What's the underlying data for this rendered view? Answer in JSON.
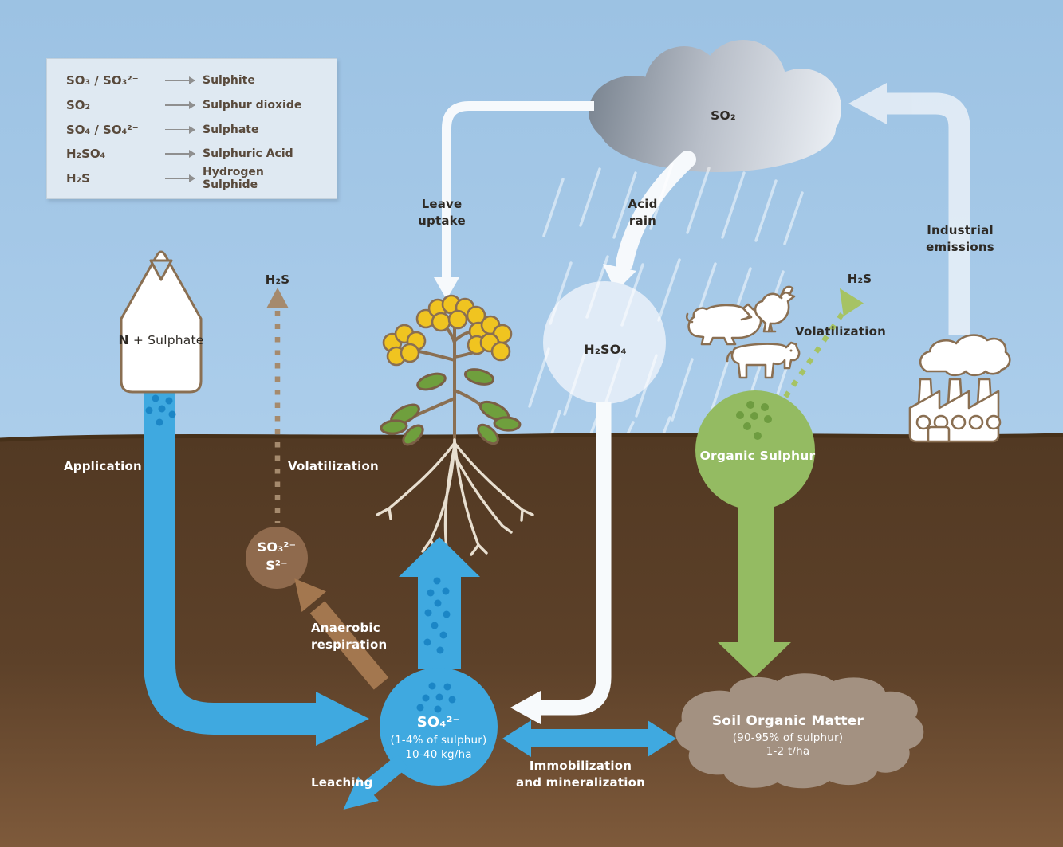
{
  "colors": {
    "sky_top": "#9cc2e3",
    "sky_bottom": "#bcd9f1",
    "soil_top": "#523923",
    "soil_bottom": "#7e5a3b",
    "blue_arrow": "#3fa9e0",
    "blue_dots": "#1b86c6",
    "green_node": "#94bb62",
    "green_dots": "#6e9c40",
    "brown_node": "#8f6a4d",
    "brown_arrow": "#a3774f",
    "tan_dashed": "#a58a6d",
    "soil_blob": "#a39181",
    "cloud_dark": "#7d8793",
    "cloud_light": "#edf1f6",
    "white_arrow": "#f6f9fc",
    "outline_brown": "#8a6f52",
    "text_dark": "#2e2a25",
    "legend_text": "#594a3c"
  },
  "legend": {
    "items": [
      {
        "formula": "SO₃ / SO₃²⁻",
        "name": "Sulphite"
      },
      {
        "formula": "SO₂",
        "name": "Sulphur dioxide"
      },
      {
        "formula": "SO₄ / SO₄²⁻",
        "name": "Sulphate"
      },
      {
        "formula": "H₂SO₄",
        "name": "Sulphuric Acid"
      },
      {
        "formula": "H₂S",
        "name": "Hydrogen Sulphide"
      }
    ]
  },
  "nodes": {
    "cloud": "SO₂",
    "h2so4": "H₂SO₄",
    "so3_line1": "SO₃²⁻",
    "so3_line2": "S²⁻",
    "so4": "SO₄²⁻",
    "so4_detail1": "(1-4% of sulphur)",
    "so4_detail2": "10-40 kg/ha",
    "organic_sulphur": "Organic Sulphur",
    "som_title": "Soil Organic Matter",
    "som_detail1": "(90-95% of sulphur)",
    "som_detail2": "1-2 t/ha",
    "bag_n": "N",
    "bag_rest": " + Sulphate"
  },
  "labels": {
    "leave_uptake": "Leave\nuptake",
    "acid_rain": "Acid\nrain",
    "industrial_emissions": "Industrial\nemissions",
    "application": "Application",
    "volatilization_left": "Volatilization",
    "volatilization_right": "Volatilization",
    "h2s_left": "H₂S",
    "h2s_right": "H₂S",
    "anaerobic_respiration": "Anaerobic\nrespiration",
    "leaching": "Leaching",
    "immobilization": "Immobilization\nand mineralization"
  }
}
